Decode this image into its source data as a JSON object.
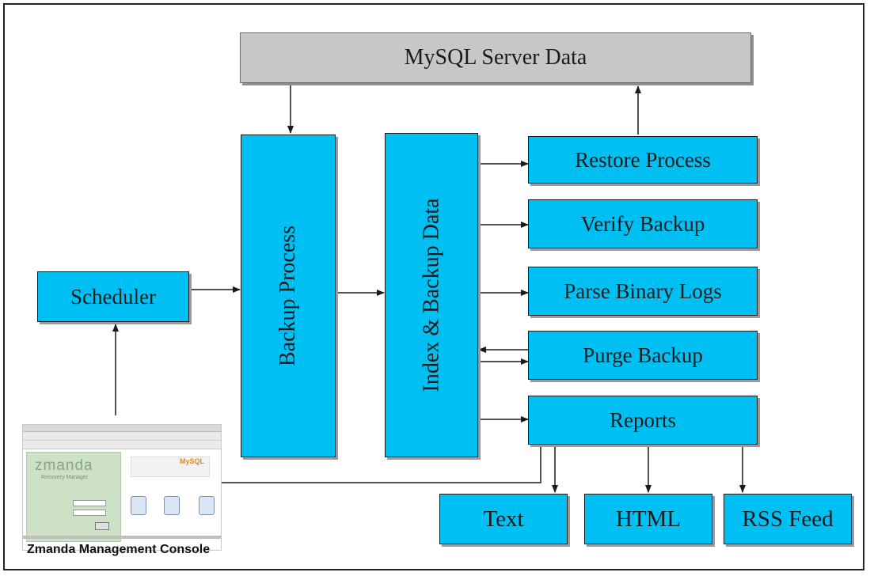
{
  "diagram": {
    "nodes": {
      "mysql": "MySQL Server Data",
      "scheduler": "Scheduler",
      "backup_process": "Backup Process",
      "index_backup": "Index & Backup Data",
      "restore": "Restore Process",
      "verify": "Verify Backup",
      "parse_logs": "Parse Binary Logs",
      "purge": "Purge Backup",
      "reports": "Reports",
      "text": "Text",
      "html": "HTML",
      "rss": "RSS Feed"
    },
    "console_label": "Zmanda Management Console",
    "console_thumbnail": {
      "brand": "zmanda",
      "subtitle": "Recovery Manager",
      "logo_text": "MySQL"
    },
    "colors": {
      "box_fill": "#00bff3",
      "server_fill": "#c7c7c7",
      "line": "#1a1a1a"
    }
  }
}
